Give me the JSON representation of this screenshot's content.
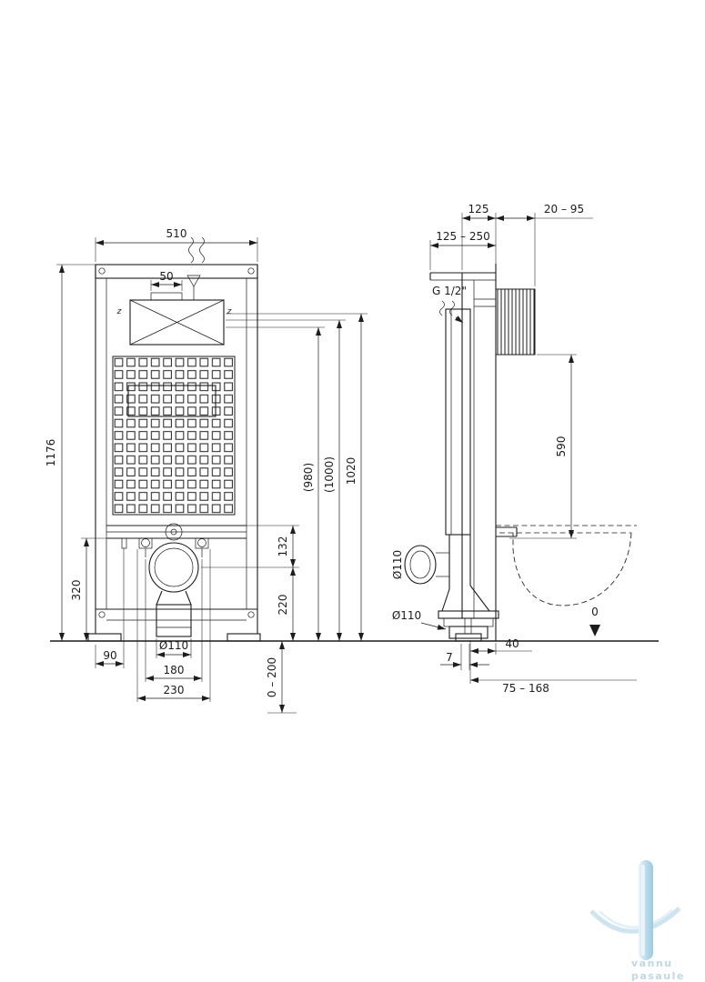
{
  "front": {
    "w510": "510",
    "w50": "50",
    "h1176": "1176",
    "h320": "320",
    "w90": "90",
    "d110": "Ø110",
    "w180": "180",
    "w230": "230",
    "h132": "132",
    "h220": "220",
    "r0200": "0 – 200",
    "h980": "(980)",
    "h1000": "(1000)",
    "h1020": "1020",
    "zmark": "z"
  },
  "side": {
    "r125250": "125 – 250",
    "w125": "125",
    "r2095": "20 – 95",
    "g12": "G 1/2\"",
    "h590": "590",
    "d110side": "Ø110",
    "d110bottom": "Ø110",
    "t7": "7",
    "w40": "40",
    "r75168": "75 – 168",
    "zero": "0"
  },
  "logo": {
    "line1": "vannu",
    "line2": "pasaule"
  },
  "colors": {
    "line": "#1c1c1c",
    "logo_blue": "#bcd9e9"
  }
}
